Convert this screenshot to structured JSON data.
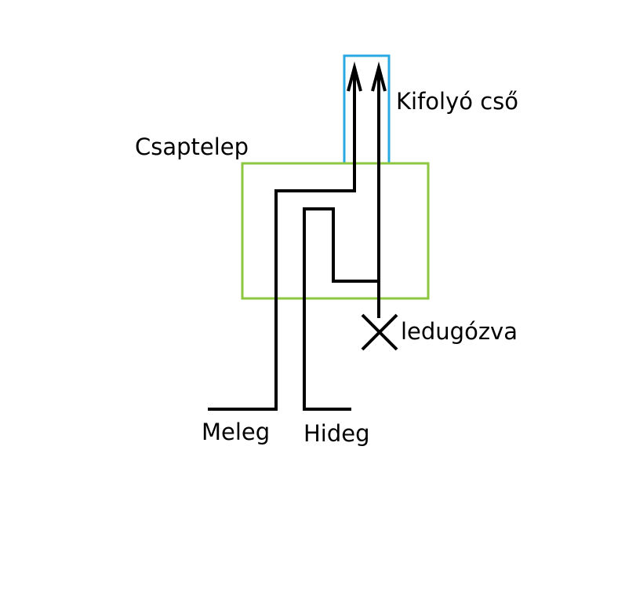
{
  "diagram": {
    "labels": {
      "spout": "Kifolyó cső",
      "mixer": "Csaptelep",
      "plugged": "ledugózva",
      "hot": "Meleg",
      "cold": "Hideg"
    },
    "colors": {
      "mixer_box": "#8dc63f",
      "spout_box": "#29a9e0",
      "pipe": "#000000",
      "background": "#ffffff"
    }
  }
}
